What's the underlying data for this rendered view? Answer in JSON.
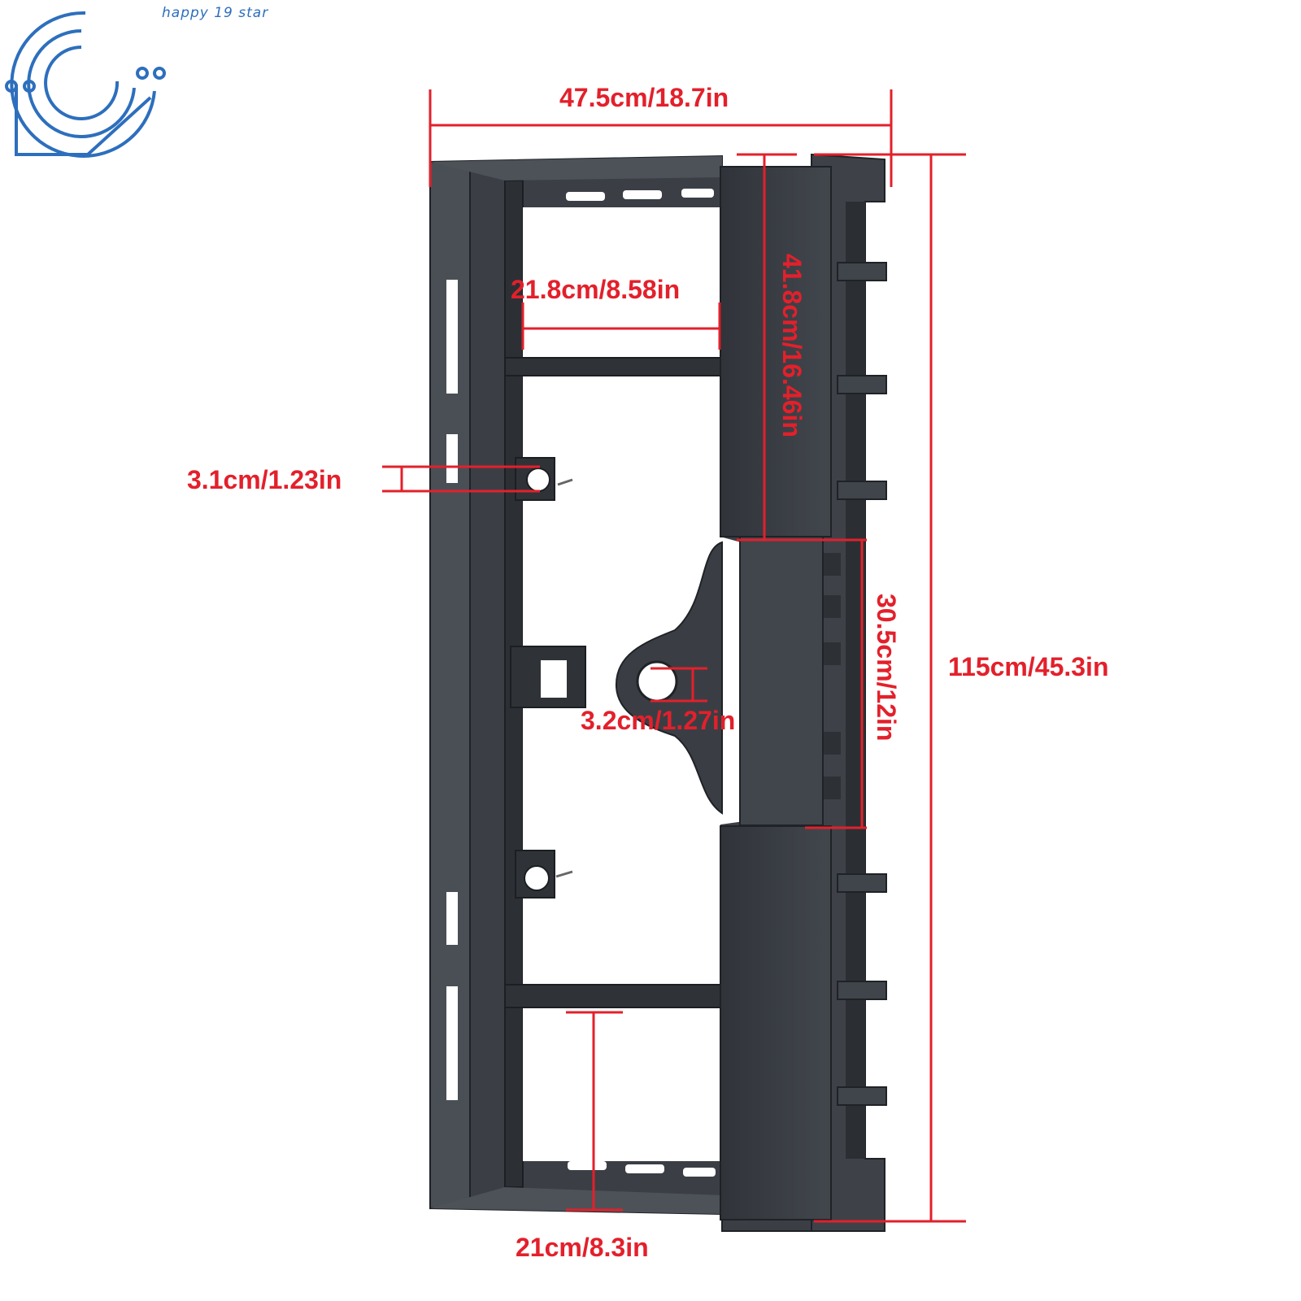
{
  "brand": {
    "text": "happy 19 star",
    "color": "#2d6fbd"
  },
  "colors": {
    "dimension": "#e3202b",
    "metal": "#3d4147",
    "metal_dark": "#24272b",
    "metal_light": "#555a61"
  },
  "dimensions": {
    "overall_width": "47.5cm/18.7in",
    "overall_height": "115cm/45.3in",
    "inner_width": "21.8cm/8.58in",
    "upper_plate_height": "41.8cm/16.46in",
    "middle_plate_height": "30.5cm/12in",
    "pin_hole": "3.1cm/1.23in",
    "center_hole": "3.2cm/1.27in",
    "bottom_opening": "21cm/8.3in"
  }
}
